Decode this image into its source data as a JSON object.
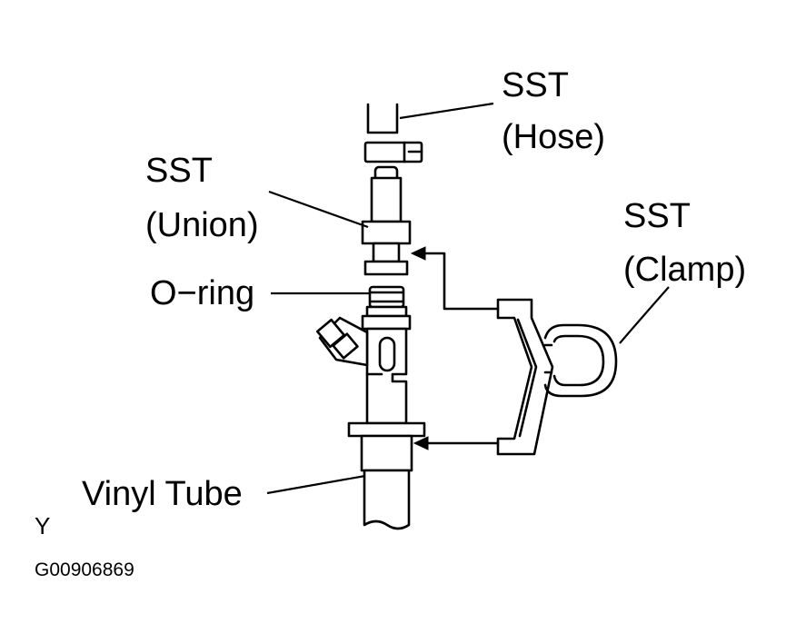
{
  "labels": {
    "sst_hose_line1": "SST",
    "sst_hose_line2": "(Hose)",
    "sst_union_line1": "SST",
    "sst_union_line2": "(Union)",
    "sst_clamp_line1": "SST",
    "sst_clamp_line2": "(Clamp)",
    "o_ring": "O−ring",
    "vinyl_tube": "Vinyl Tube"
  },
  "footer": {
    "letter": "Y",
    "figure_code": "G00906869"
  },
  "colors": {
    "ink": "#000000",
    "paper": "#ffffff"
  }
}
